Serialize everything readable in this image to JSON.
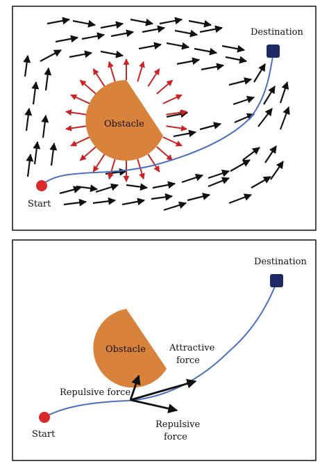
{
  "colors": {
    "panel_border": "#111111",
    "field_arrow": "#111111",
    "repulsive_arrow": "#cc2222",
    "obstacle": "#d9823b",
    "path": "#4a6fc2",
    "start": "#d92b2b",
    "destination": "#1e2a66"
  },
  "top_panel": {
    "destination_label": "Destination",
    "obstacle_label": "Obstacle",
    "start_label": "Start"
  },
  "bottom_panel": {
    "destination_label": "Destination",
    "obstacle_label": "Obstacle",
    "start_label": "Start",
    "attractive_line1": "Attractive",
    "attractive_line2": "force",
    "repulsive_left_label": "Repulsive force",
    "repulsive_right_line1": "Repulsive",
    "repulsive_right_line2": "force"
  }
}
